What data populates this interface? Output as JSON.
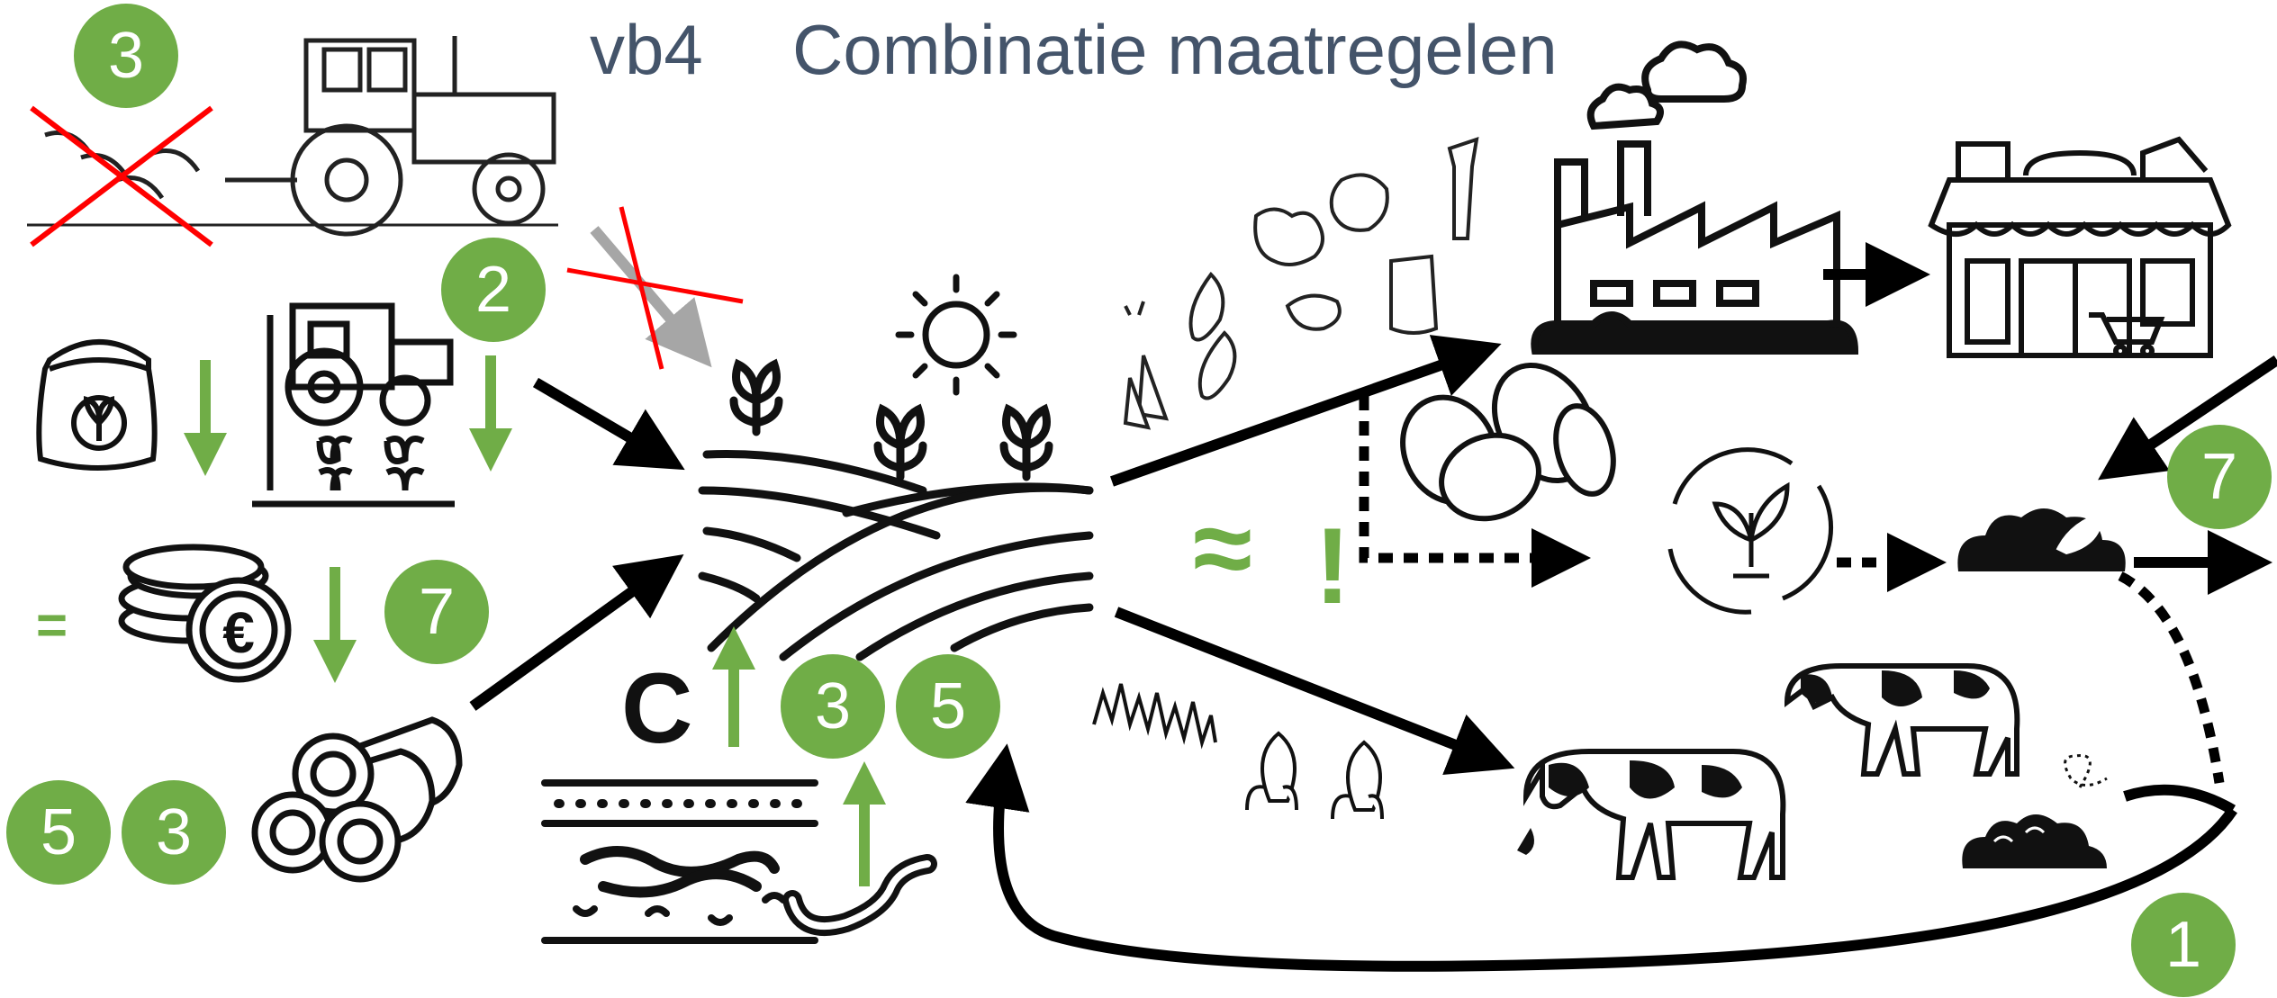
{
  "title": {
    "code": "vb4",
    "text": "Combinatie maatregelen"
  },
  "colors": {
    "badge_green": "#70ad47",
    "cross_red": "#ff0000",
    "arrow_black": "#000000",
    "arrow_gray": "#a6a6a6",
    "title_color": "#44546a"
  },
  "badges": {
    "plough": "3",
    "tractor": "2",
    "money": "7",
    "wood_a": "5",
    "wood_b": "3",
    "soil_a": "3",
    "soil_b": "5",
    "compost_in": "7",
    "loop": "1"
  },
  "symbols": {
    "equals": "=",
    "carbon": "C",
    "approx": "≈",
    "exclaim": "!",
    "euro": "€"
  },
  "icons": [
    "tractor-plough-icon",
    "fertilizer-bag-icon",
    "sprayer-tractor-icon",
    "coins-euro-icon",
    "logs-icon",
    "sun-icon",
    "field-crops-icon",
    "soil-worm-icon",
    "vegetables-icon",
    "factory-icon",
    "shop-icon",
    "potatoes-icon",
    "recycle-plant-icon",
    "compost-heap-icon",
    "cows-icon",
    "grass-corn-icon"
  ]
}
